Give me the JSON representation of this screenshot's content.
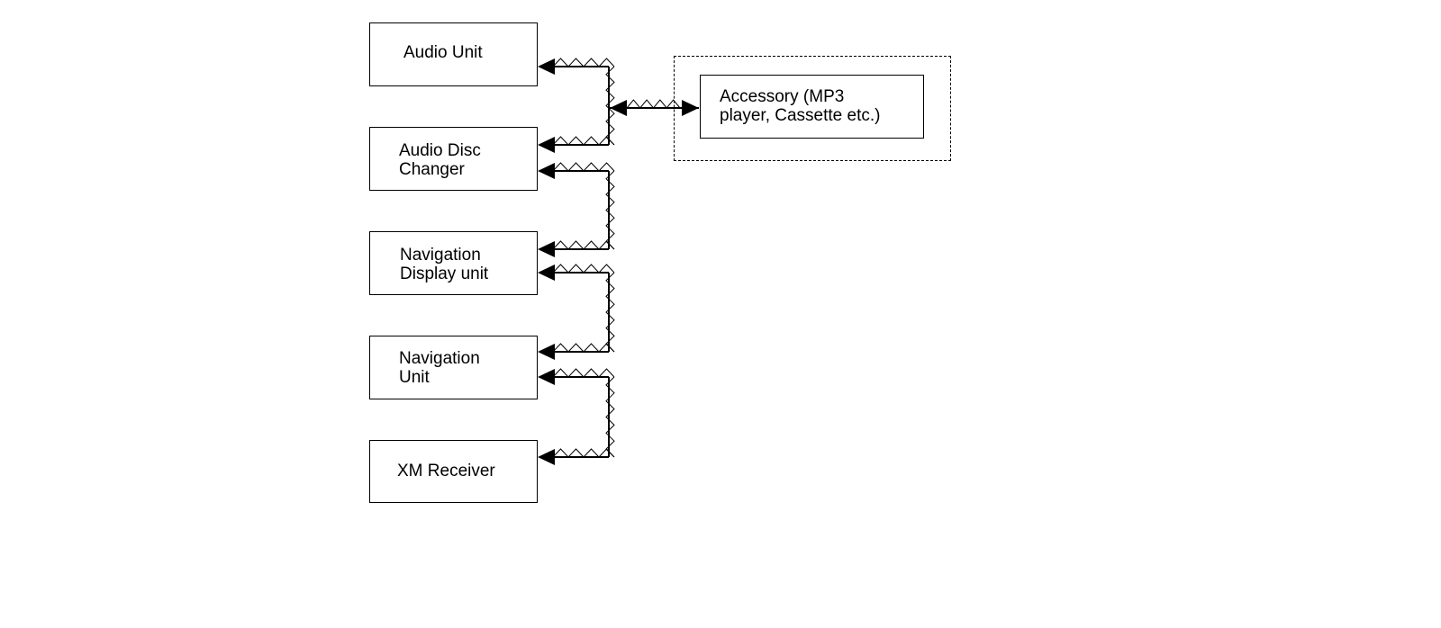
{
  "diagram": {
    "units": [
      {
        "id": "audio-unit",
        "label": "Audio Unit"
      },
      {
        "id": "audio-disc-changer",
        "label": "Audio Disc\nChanger"
      },
      {
        "id": "navigation-display-unit",
        "label": "Navigation\nDisplay unit"
      },
      {
        "id": "navigation-unit",
        "label": "Navigation\nUnit"
      },
      {
        "id": "xm-receiver",
        "label": "XM Receiver"
      }
    ],
    "accessory": {
      "label": "Accessory (MP3\nplayer, Cassette etc.)"
    },
    "connections": [
      {
        "from": "audio-unit",
        "to": "audio-disc-changer",
        "type": "bidirectional-bus"
      },
      {
        "from": "audio-disc-changer",
        "to": "navigation-display-unit",
        "type": "bidirectional-bus"
      },
      {
        "from": "navigation-display-unit",
        "to": "navigation-unit",
        "type": "bidirectional-bus"
      },
      {
        "from": "navigation-unit",
        "to": "xm-receiver",
        "type": "bidirectional-bus"
      },
      {
        "from": "audio-unit",
        "to": "accessory",
        "type": "bidirectional-bus",
        "optional": true
      }
    ]
  }
}
